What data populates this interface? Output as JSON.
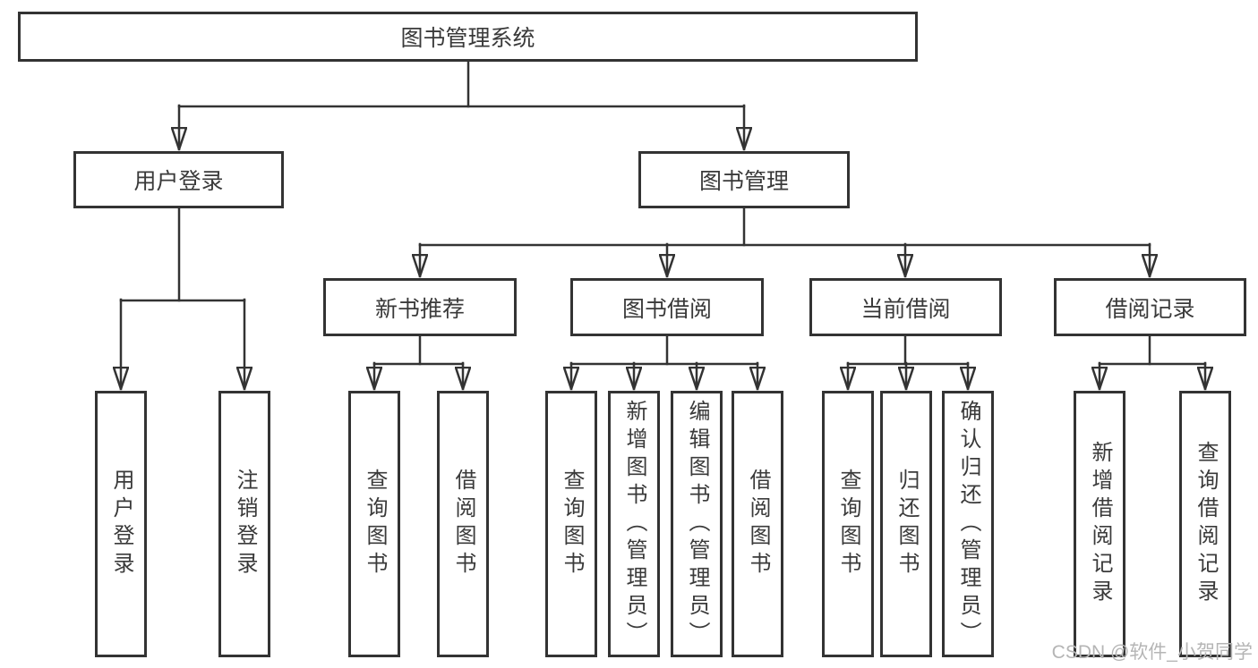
{
  "colors": {
    "line": "#333333",
    "box_border": "#333333",
    "text": "#3a3a3a",
    "watermark": "#b5b5b5",
    "background": "#ffffff"
  },
  "watermark_text": "CSDN @软件_小贺同学",
  "tree": {
    "root_label": "图书管理系统",
    "branches": [
      {
        "label": "用户登录",
        "children": [
          "用户登录",
          "注销登录"
        ]
      },
      {
        "label": "图书管理",
        "sections": [
          {
            "label": "新书推荐",
            "children": [
              "查询图书",
              "借阅图书"
            ]
          },
          {
            "label": "图书借阅",
            "children": [
              "查询图书",
              "新增图书（管理员）",
              "编辑图书（管理员）",
              "借阅图书"
            ]
          },
          {
            "label": "当前借阅",
            "children": [
              "查询图书",
              "归还图书",
              "确认归还（管理员）"
            ]
          },
          {
            "label": "借阅记录",
            "children": [
              "新增借阅记录",
              "查询借阅记录"
            ]
          }
        ]
      }
    ]
  }
}
